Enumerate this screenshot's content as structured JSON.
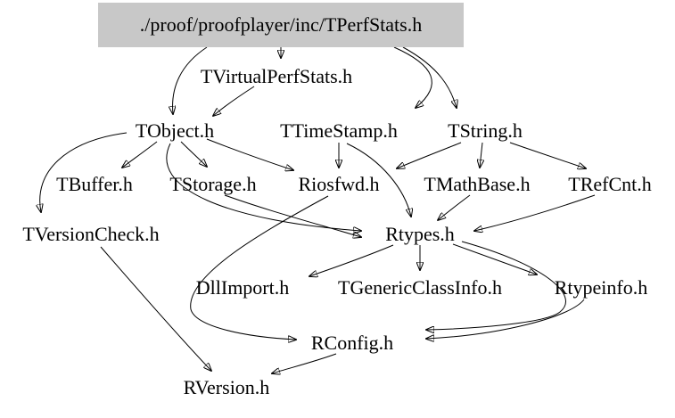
{
  "diagram": {
    "type": "include-dependency-graph",
    "root": {
      "label": "./proof/proofplayer/inc/TPerfStats.h",
      "bg_color": "#c8c8c8"
    },
    "colors": {
      "canvas": "#ffffff",
      "edge": "#000000",
      "text": "#000000",
      "root_bg": "#c8c8c8"
    },
    "nodes": [
      {
        "id": "TVirtualPerfStats",
        "label": "TVirtualPerfStats.h"
      },
      {
        "id": "TObject",
        "label": "TObject.h"
      },
      {
        "id": "TTimeStamp",
        "label": "TTimeStamp.h"
      },
      {
        "id": "TString",
        "label": "TString.h"
      },
      {
        "id": "TBuffer",
        "label": "TBuffer.h"
      },
      {
        "id": "TStorage",
        "label": "TStorage.h"
      },
      {
        "id": "Riosfwd",
        "label": "Riosfwd.h"
      },
      {
        "id": "TMathBase",
        "label": "TMathBase.h"
      },
      {
        "id": "TRefCnt",
        "label": "TRefCnt.h"
      },
      {
        "id": "TVersionCheck",
        "label": "TVersionCheck.h"
      },
      {
        "id": "Rtypes",
        "label": "Rtypes.h"
      },
      {
        "id": "DllImport",
        "label": "DllImport.h"
      },
      {
        "id": "TGenericClassInfo",
        "label": "TGenericClassInfo.h"
      },
      {
        "id": "Rtypeinfo",
        "label": "Rtypeinfo.h"
      },
      {
        "id": "RConfig",
        "label": "RConfig.h"
      },
      {
        "id": "RVersion",
        "label": "RVersion.h"
      }
    ],
    "edges": [
      {
        "from": "TPerfStats",
        "to": "TVirtualPerfStats"
      },
      {
        "from": "TPerfStats",
        "to": "TObject"
      },
      {
        "from": "TPerfStats",
        "to": "TTimeStamp"
      },
      {
        "from": "TPerfStats",
        "to": "TString"
      },
      {
        "from": "TVirtualPerfStats",
        "to": "TObject"
      },
      {
        "from": "TObject",
        "to": "TBuffer"
      },
      {
        "from": "TObject",
        "to": "TStorage"
      },
      {
        "from": "TObject",
        "to": "Riosfwd"
      },
      {
        "from": "TObject",
        "to": "TVersionCheck"
      },
      {
        "from": "TObject",
        "to": "Rtypes"
      },
      {
        "from": "TStorage",
        "to": "Rtypes"
      },
      {
        "from": "TTimeStamp",
        "to": "Riosfwd"
      },
      {
        "from": "TTimeStamp",
        "to": "Rtypes"
      },
      {
        "from": "TString",
        "to": "Riosfwd"
      },
      {
        "from": "TString",
        "to": "TMathBase"
      },
      {
        "from": "TString",
        "to": "TRefCnt"
      },
      {
        "from": "TMathBase",
        "to": "Rtypes"
      },
      {
        "from": "TRefCnt",
        "to": "Rtypes"
      },
      {
        "from": "Rtypes",
        "to": "DllImport"
      },
      {
        "from": "Rtypes",
        "to": "TGenericClassInfo"
      },
      {
        "from": "Rtypes",
        "to": "Rtypeinfo"
      },
      {
        "from": "Rtypes",
        "to": "RConfig"
      },
      {
        "from": "Rtypeinfo",
        "to": "RConfig"
      },
      {
        "from": "Riosfwd",
        "to": "RConfig"
      },
      {
        "from": "TVersionCheck",
        "to": "RVersion"
      },
      {
        "from": "RConfig",
        "to": "RVersion"
      }
    ]
  }
}
